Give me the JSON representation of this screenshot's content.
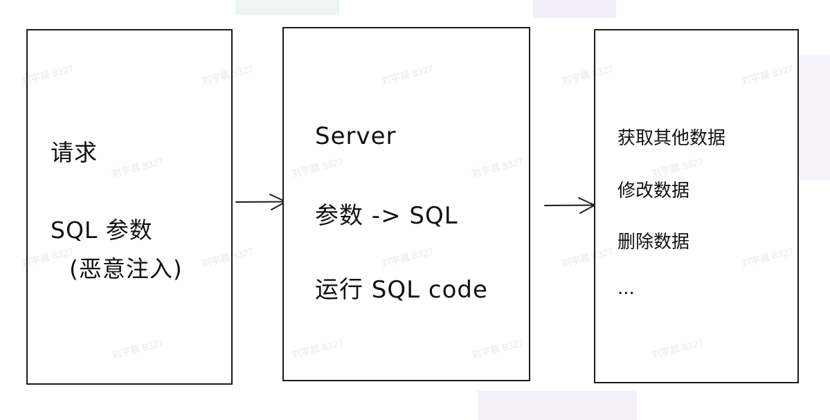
{
  "colors": {
    "stroke": "#1a1a1a",
    "text": "#111111",
    "watermark": "rgba(0,0,0,0.09)"
  },
  "box_request": {
    "title": "请求",
    "line2": "SQL 参数",
    "line3": "(恶意注入)"
  },
  "box_server": {
    "title": "Server",
    "line2": "参数 -> SQL",
    "line3": "运行 SQL code"
  },
  "box_effects": {
    "items": [
      "获取其他数据",
      "修改数据",
      "删除数据",
      "..."
    ]
  },
  "watermark_text": "刘宇晨 8327"
}
